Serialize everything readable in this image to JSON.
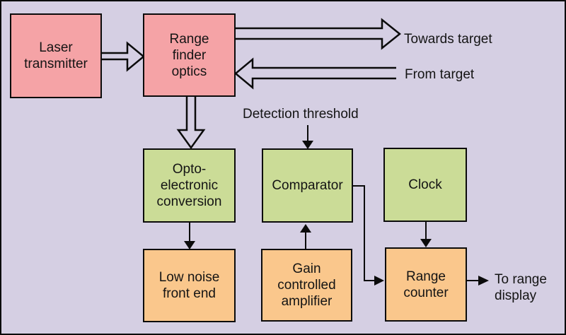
{
  "colors": {
    "background": "#D5CFE3",
    "box_pink": "#F5A3A6",
    "box_green": "#CBDC97",
    "box_orange": "#FAC78C",
    "line": "#0B0B0B",
    "text": "#141414"
  },
  "boxes": {
    "laser_transmitter": {
      "label": "Laser\ntransmitter"
    },
    "range_finder_optics": {
      "label": "Range\nfinder\noptics"
    },
    "opto_electronic_conversion": {
      "label": "Opto-\nelectronic\nconversion"
    },
    "comparator": {
      "label": "Comparator"
    },
    "clock": {
      "label": "Clock"
    },
    "low_noise_front_end": {
      "label": "Low noise\nfront end"
    },
    "gain_controlled_amplifier": {
      "label": "Gain\ncontrolled\namplifier"
    },
    "range_counter": {
      "label": "Range\ncounter"
    }
  },
  "labels": {
    "towards_target": "Towards target",
    "from_target": "From target",
    "detection_threshold": "Detection threshold",
    "to_range_display": "To range\ndisplay"
  }
}
